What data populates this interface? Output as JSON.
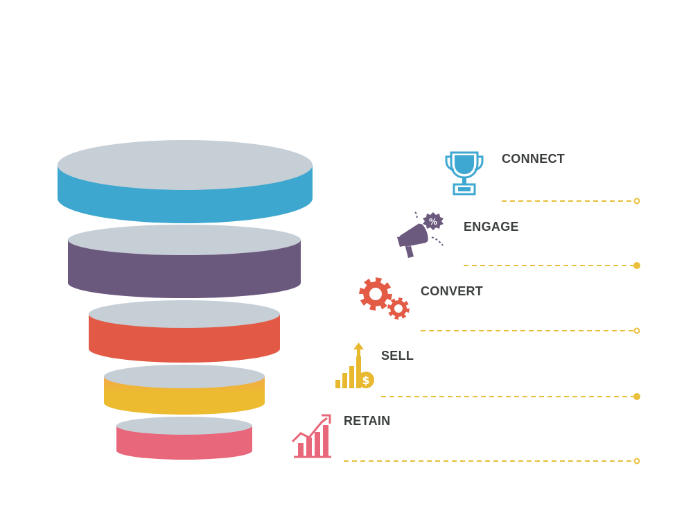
{
  "stages": [
    {
      "label": "CONNECT",
      "icon": "trophy-icon",
      "side_color": "#3da7cf",
      "top_color": "#c6ced6",
      "icon_color": "#3ea8d2",
      "line_color": "#e9bf3b",
      "end_dot": "hollow"
    },
    {
      "label": "ENGAGE",
      "icon": "megaphone-icon",
      "side_color": "#6b587d",
      "top_color": "#c6ced6",
      "icon_color": "#6c5a7e",
      "line_color": "#e9bf3b",
      "end_dot": "filled"
    },
    {
      "label": "CONVERT",
      "icon": "gears-icon",
      "side_color": "#e25a45",
      "top_color": "#c6ced6",
      "icon_color": "#e35a45",
      "line_color": "#e9bf3b",
      "end_dot": "hollow"
    },
    {
      "label": "SELL",
      "icon": "growth-coin-icon",
      "side_color": "#ecbb2f",
      "top_color": "#c6ced6",
      "icon_color": "#e8b92f",
      "line_color": "#e9bf3b",
      "end_dot": "filled",
      "side_top_color": "#f4a94a"
    },
    {
      "label": "RETAIN",
      "icon": "rising-chart-icon",
      "side_color": "#e8677a",
      "top_color": "#c6ced6",
      "icon_color": "#e8677a",
      "line_color": "#e9bf3b",
      "end_dot": "hollow"
    }
  ]
}
